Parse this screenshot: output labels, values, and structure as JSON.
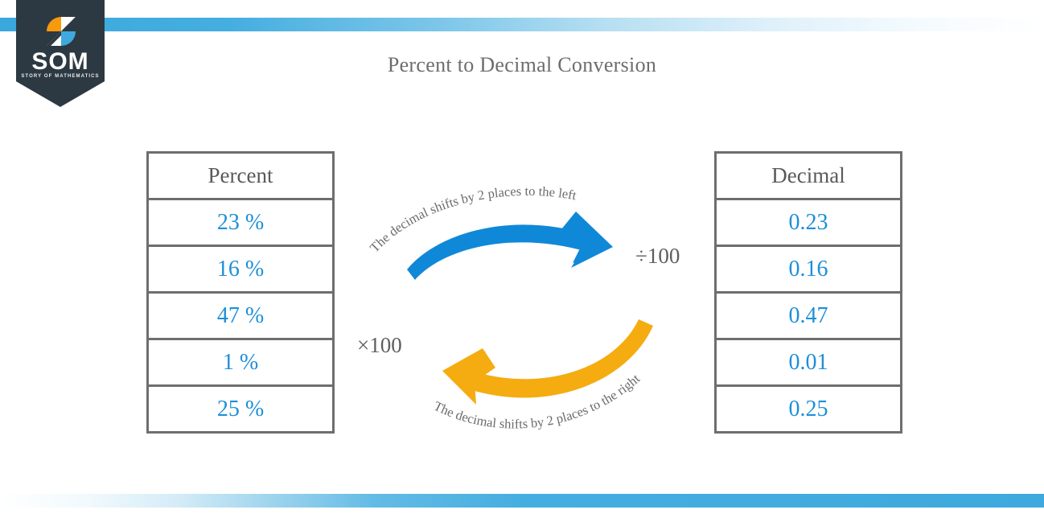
{
  "brand": {
    "name": "SOM",
    "tagline": "STORY OF MATHEMATICS",
    "badge_color": "#2c3942",
    "mark_orange": "#f79a0d",
    "mark_blue": "#3ea9de",
    "mark_white": "#ffffff"
  },
  "theme": {
    "accent_blue": "#1d8fd8",
    "bar_blue": "#3ea9de",
    "arrow_blue": "#1088d8",
    "arrow_orange": "#f5ac10",
    "border_gray": "#6e6e6e",
    "text_gray": "#6d6d6d"
  },
  "page": {
    "title": "Percent to Decimal Conversion"
  },
  "tables": {
    "percent": {
      "header": "Percent",
      "rows": [
        "23 %",
        "16 %",
        "47 %",
        "1 %",
        "25 %"
      ]
    },
    "decimal": {
      "header": "Decimal",
      "rows": [
        "0.23",
        "0.16",
        "0.47",
        "0.01",
        "0.25"
      ]
    }
  },
  "conversion": {
    "to_decimal": {
      "caption": "The decimal shifts by 2 places to the left",
      "operator": "÷100",
      "direction": "left-to-right",
      "color": "#1088d8"
    },
    "to_percent": {
      "caption": "The decimal shifts by 2 places to the right",
      "operator": "×100",
      "direction": "right-to-left",
      "color": "#f5ac10"
    }
  }
}
